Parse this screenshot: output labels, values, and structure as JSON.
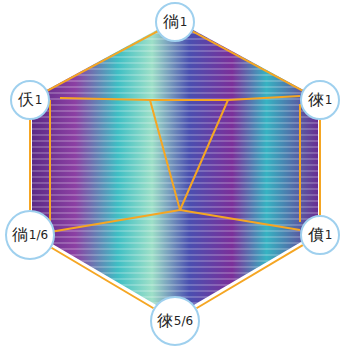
{
  "diagram": {
    "nodes": [
      {
        "text": [
          "徜",
          "1"
        ]
      },
      {
        "text": [
          "仸",
          "1"
        ]
      },
      {
        "text": [
          "徠",
          "1"
        ]
      },
      {
        "text": [
          "徜",
          "1/6"
        ]
      },
      {
        "text": [
          "僨",
          "1"
        ]
      },
      {
        "text": [
          "徠",
          "5/6"
        ]
      }
    ],
    "edges": [
      {
        "from": 0,
        "to": 2,
        "arrow": "none"
      },
      {
        "from": 2,
        "to": 4,
        "arrow": "none"
      },
      {
        "from": 4,
        "to": 5,
        "arrow": "none"
      },
      {
        "from": 5,
        "to": 3,
        "arrow": "none"
      },
      {
        "from": 3,
        "to": 1,
        "arrow": "none"
      },
      {
        "from": 1,
        "to": 0,
        "arrow": "none"
      }
    ]
  }
}
